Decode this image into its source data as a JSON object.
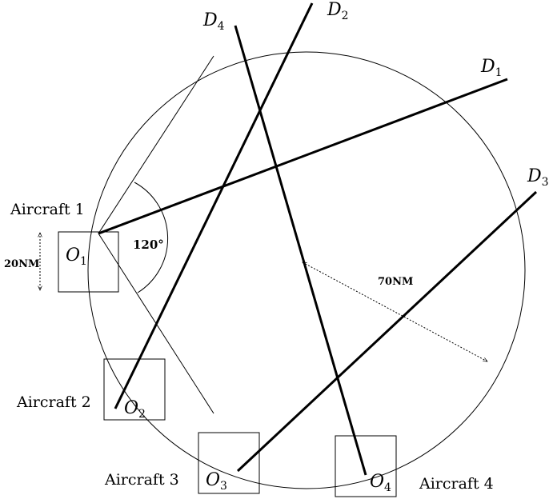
{
  "aircraft": [
    {
      "label": "Aircraft 1",
      "origin": "O",
      "origin_sub": "1",
      "dest": "D",
      "dest_sub": "1"
    },
    {
      "label": "Aircraft 2",
      "origin": "O",
      "origin_sub": "2",
      "dest": "D",
      "dest_sub": "2"
    },
    {
      "label": "Aircraft 3",
      "origin": "O",
      "origin_sub": "3",
      "dest": "D",
      "dest_sub": "3"
    },
    {
      "label": "Aircraft 4",
      "origin": "O",
      "origin_sub": "4",
      "dest": "D",
      "dest_sub": "4"
    }
  ],
  "annotations": {
    "angle": "120°",
    "box_size": "20NM",
    "radius": "70NM"
  },
  "colors": {
    "line": "#000000",
    "background": "#ffffff"
  }
}
